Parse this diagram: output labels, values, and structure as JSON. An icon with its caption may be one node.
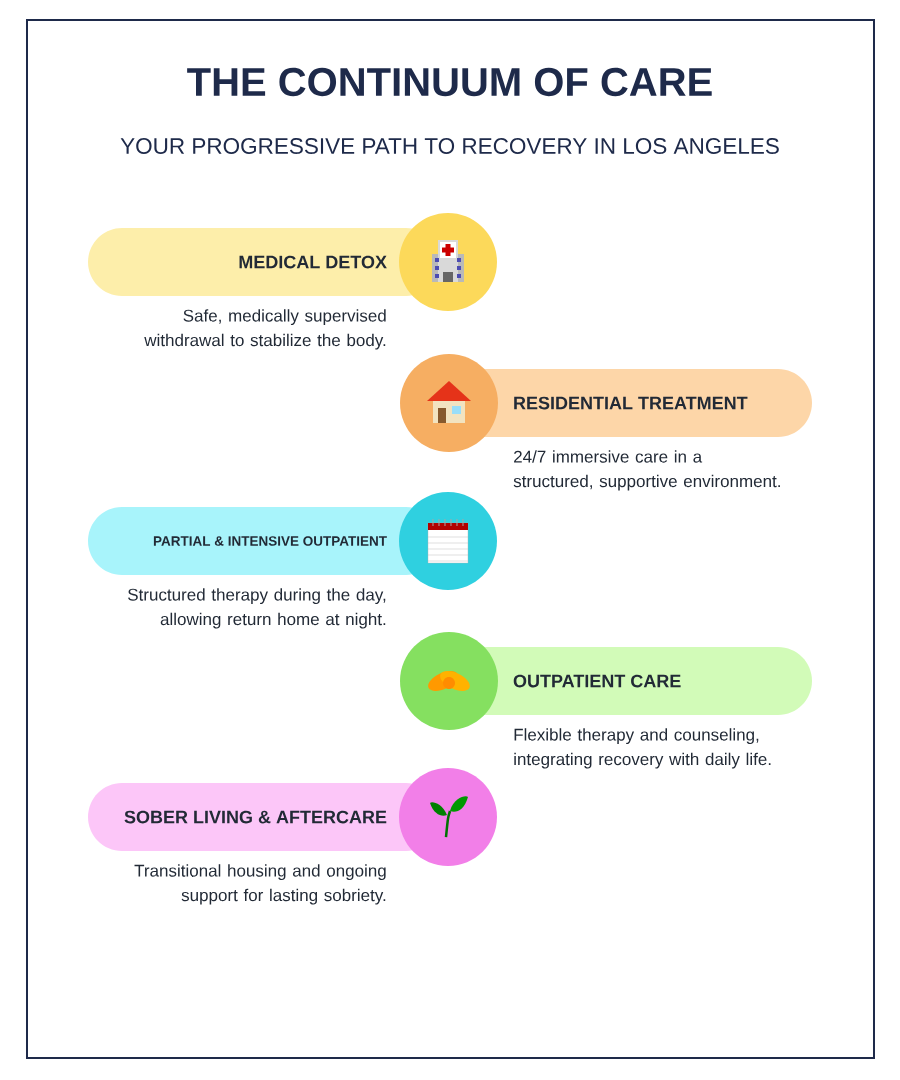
{
  "diagram": {
    "title": "THE CONTINUUM OF CARE",
    "caption": "YOUR PROGRESSIVE PATH TO RECOVERY IN LOS ANGELES",
    "nodes": [
      {
        "text": [
          "MEDICAL DETOX"
        ],
        "beside": [
          "Safe, medically supervised withdrawal to stabilize the body."
        ]
      },
      {
        "text": [
          "RESIDENTIAL TREATMENT"
        ],
        "beside": [
          "24/7 immersive care in a structured, supportive environment."
        ]
      },
      {
        "text": [
          "PARTIAL & INTENSIVE OUTPATIENT"
        ],
        "beside": [
          "Structured therapy during the day, allowing return home at night."
        ]
      },
      {
        "text": [
          "OUTPATIENT CARE"
        ],
        "beside": [
          "Flexible therapy and counseling, integrating recovery with daily life."
        ]
      },
      {
        "text": [
          "SOBER LIVING & AFTERCARE"
        ],
        "beside": [
          "Transitional housing and ongoing support for lasting sobriety."
        ]
      }
    ]
  }
}
